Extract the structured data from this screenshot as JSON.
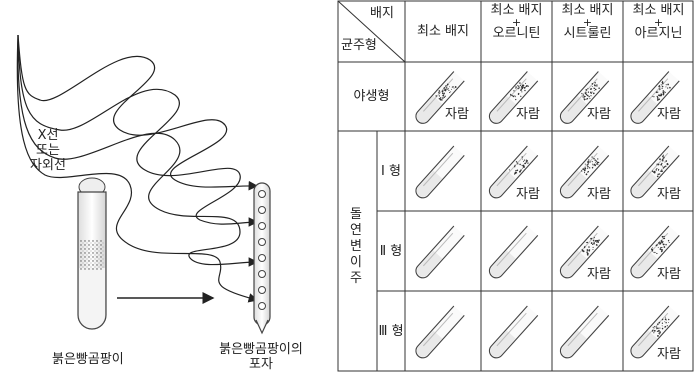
{
  "left": {
    "radiation_label_lines": [
      "X선",
      "또는",
      "자외선"
    ],
    "tube_caption": "붉은빵곰팡이",
    "spore_caption_lines": [
      "붉은빵곰팡이의",
      "포자"
    ]
  },
  "table": {
    "corner_top": "배지",
    "corner_bottom": "균주형",
    "columns": [
      {
        "lines": [
          "최소 배지"
        ]
      },
      {
        "lines": [
          "최소 배지",
          "+",
          "오르니틴"
        ]
      },
      {
        "lines": [
          "최소 배지",
          "+",
          "시트룰린"
        ]
      },
      {
        "lines": [
          "최소 배지",
          "+",
          "아르지닌"
        ]
      }
    ],
    "mutant_group_label": "돌연변이주",
    "grow_label": "자람",
    "rows": [
      {
        "label": "야생형",
        "growth": [
          true,
          true,
          true,
          true
        ]
      },
      {
        "label": "Ⅰ 형",
        "growth": [
          false,
          true,
          true,
          true
        ]
      },
      {
        "label": "Ⅱ 형",
        "growth": [
          false,
          false,
          true,
          true
        ]
      },
      {
        "label": "Ⅲ 형",
        "growth": [
          false,
          false,
          false,
          true
        ]
      }
    ]
  }
}
